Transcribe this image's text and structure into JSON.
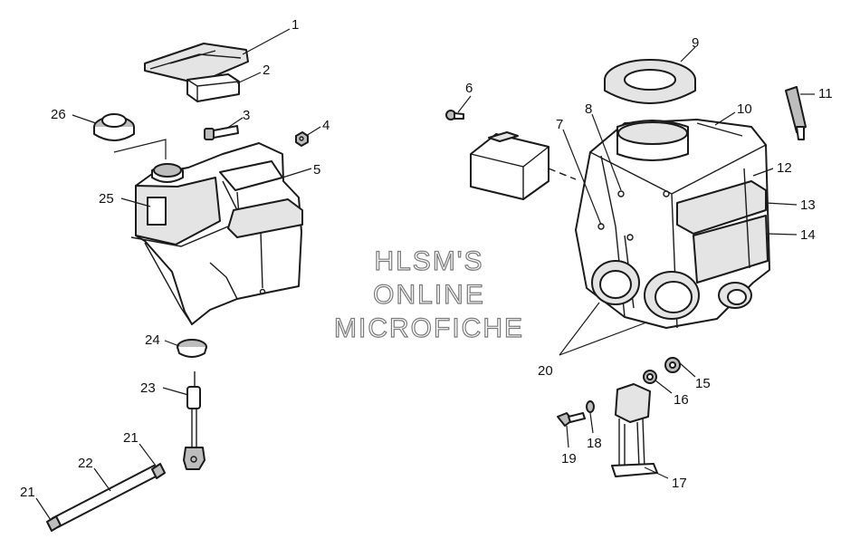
{
  "watermark": {
    "line1": "HLSM'S",
    "line2": "ONLINE",
    "line3": "MICROFICHE"
  },
  "callouts": {
    "c1": "1",
    "c2": "2",
    "c3": "3",
    "c4": "4",
    "c5": "5",
    "c6": "6",
    "c7": "7",
    "c8": "8",
    "c9": "9",
    "c10": "10",
    "c11": "11",
    "c12": "12",
    "c13": "13",
    "c14": "14",
    "c15": "15",
    "c16": "16",
    "c17": "17",
    "c18": "18",
    "c19": "19",
    "c20": "20",
    "c21a": "21",
    "c21b": "21",
    "c22": "22",
    "c23": "23",
    "c24": "24",
    "c25": "25",
    "c26": "26"
  }
}
